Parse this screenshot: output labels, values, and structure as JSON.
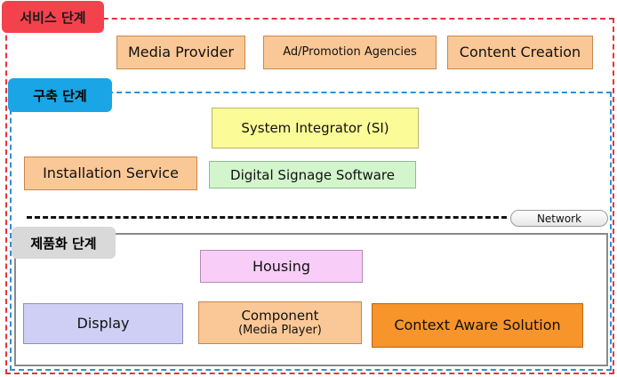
{
  "stages": {
    "service": {
      "label": "서비스 단계"
    },
    "build": {
      "label": "구축 단계"
    },
    "product": {
      "label": "제품화 단계"
    }
  },
  "service_boxes": {
    "media_provider": "Media Provider",
    "ad_agencies": "Ad/Promotion Agencies",
    "content_creation": "Content Creation"
  },
  "build_boxes": {
    "system_integrator": "System Integrator (SI)",
    "installation_service": "Installation Service",
    "signage_software": "Digital Signage Software"
  },
  "network": {
    "label": "Network"
  },
  "product_boxes": {
    "housing": "Housing",
    "display": "Display",
    "component": "Component",
    "component_sub": "(Media Player)",
    "context_aware": "Context Aware Solution"
  },
  "colors": {
    "service_stage": "#e8323c",
    "build_stage": "#2f8fd6",
    "product_stage": "#8a8a8a",
    "orange_box": "#fac896",
    "yellow_box": "#fbfb98",
    "green_box": "#d2f5cc",
    "pink_box": "#f8cdf8",
    "lavender_box": "#cfcff6",
    "dark_orange_box": "#f7942a"
  }
}
